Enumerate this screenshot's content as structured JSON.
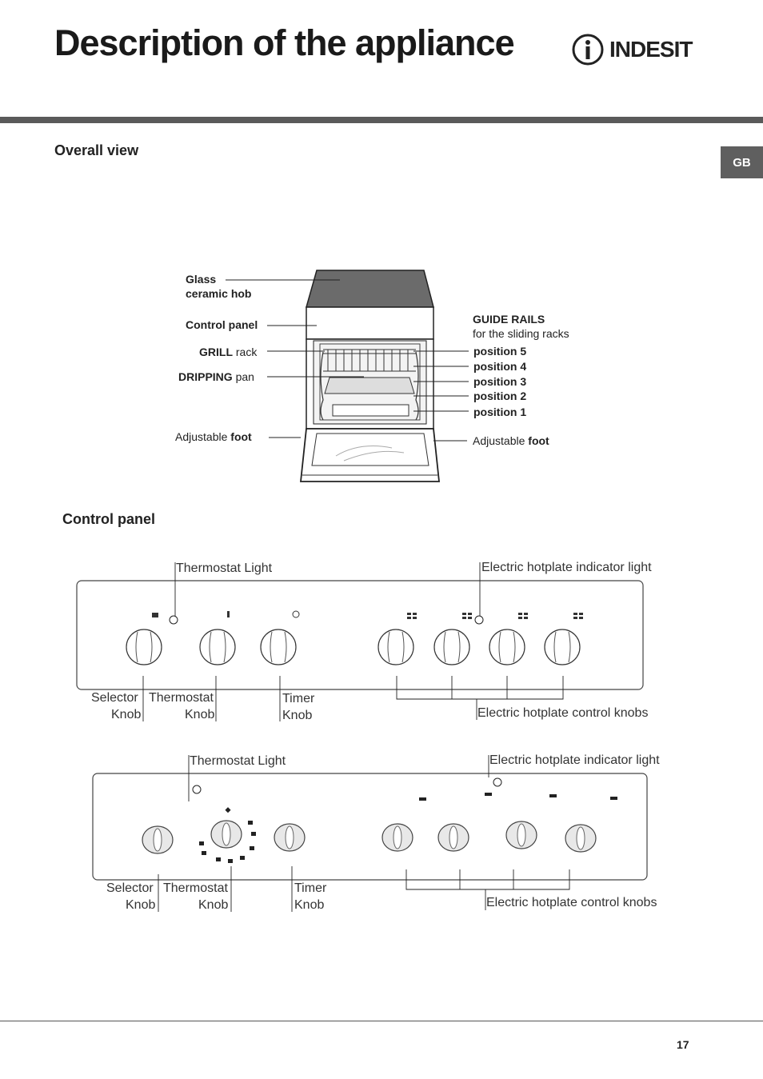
{
  "header": {
    "title": "Description of the appliance",
    "brand": "INDESIT",
    "lang_tab": "GB"
  },
  "overall": {
    "heading": "Overall view",
    "glass_1": "Glass",
    "glass_2": "ceramic hob",
    "control_panel": "Control panel",
    "grill_b": "GRILL",
    "grill_r": " rack",
    "dripping_b": "DRIPPING",
    "dripping_r": " pan",
    "foot_r": "Adjustable ",
    "foot_b": "foot",
    "guide_rails": "GUIDE RAILS",
    "guide_sub": "for the sliding racks",
    "positions": [
      "position 5",
      "position 4",
      "position 3",
      "position 2",
      "position 1"
    ]
  },
  "control": {
    "heading": "Control panel",
    "panel1": {
      "thermostat_light": "Thermostat Light",
      "hotplate_light": "Electric hotplate indicator light",
      "selector_1": "Selector",
      "selector_2": "Knob",
      "thermostat_1": "Thermostat",
      "thermostat_2": "Knob",
      "timer_1": "Timer",
      "timer_2": "Knob",
      "hotplate_knobs": "Electric hotplate control knobs"
    },
    "panel2": {
      "thermostat_light": "Thermostat Light",
      "hotplate_light": "Electric hotplate indicator light",
      "selector_1": "Selector",
      "selector_2": "Knob",
      "thermostat_1": "Thermostat",
      "thermostat_2": "Knob",
      "timer_1": "Timer",
      "timer_2": "Knob",
      "hotplate_knobs": "Electric hotplate control knobs"
    }
  },
  "footer": {
    "page": "17"
  }
}
